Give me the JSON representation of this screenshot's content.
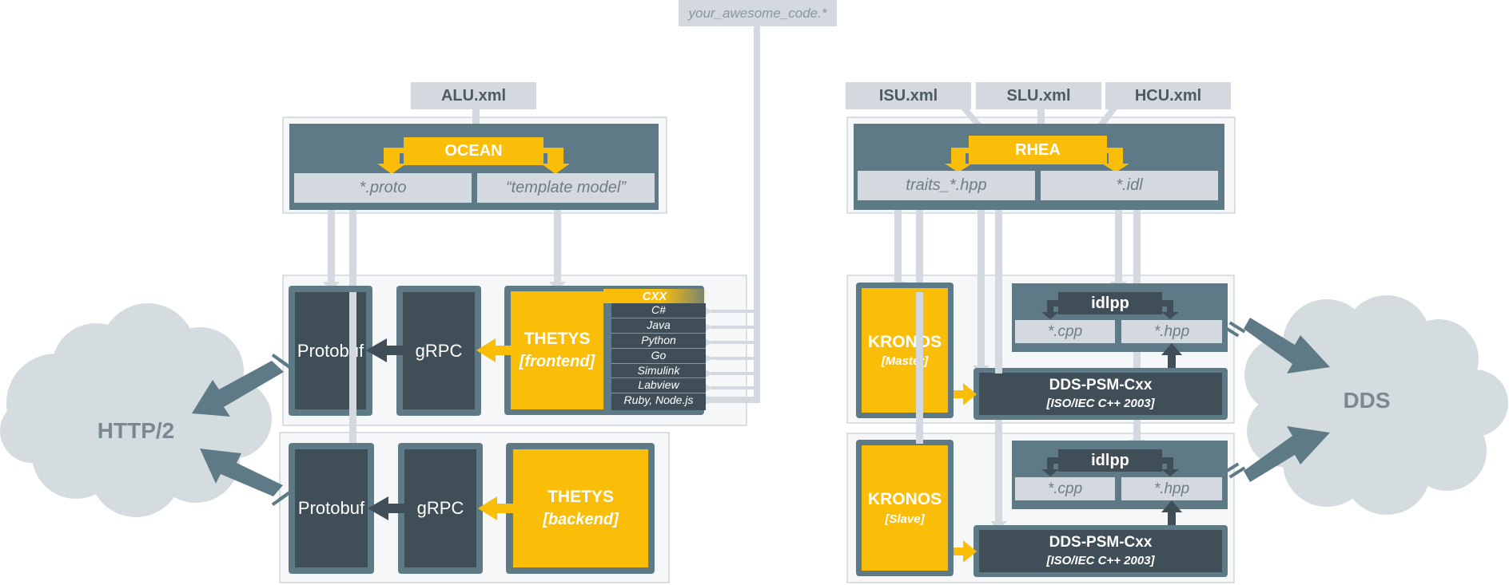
{
  "files": {
    "awesome_code": "your_awesome_code.*",
    "alu": "ALU.xml",
    "isu": "ISU.xml",
    "slu": "SLU.xml",
    "hcu": "HCU.xml"
  },
  "ocean": {
    "title": "OCEAN",
    "out_proto": "*.proto",
    "out_template": "“template model”"
  },
  "rhea": {
    "title": "RHEA",
    "out_traits": "traits_*.hpp",
    "out_idl": "*.idl"
  },
  "left_top": {
    "protobuf": "Protobuf",
    "grpc": "gRPC",
    "thetys_title": "THETYS",
    "thetys_sub": "[frontend]",
    "cxx": "CXX",
    "languages": [
      "C#",
      "Java",
      "Python",
      "Go",
      "Simulink",
      "Labview",
      "Ruby, Node.js"
    ]
  },
  "left_bottom": {
    "protobuf": "Protobuf",
    "grpc": "gRPC",
    "thetys_title": "THETYS",
    "thetys_sub": "[backend]"
  },
  "right_top": {
    "kronos_title": "KRONOS",
    "kronos_sub": "[Master]",
    "idlpp": "idlpp",
    "out_cpp": "*.cpp",
    "out_hpp": "*.hpp",
    "dds_title": "DDS-PSM-Cxx",
    "dds_sub": "[ISO/IEC C++ 2003]"
  },
  "right_bottom": {
    "kronos_title": "KRONOS",
    "kronos_sub": "[Slave]",
    "idlpp": "idlpp",
    "out_cpp": "*.cpp",
    "out_hpp": "*.hpp",
    "dds_title": "DDS-PSM-Cxx",
    "dds_sub": "[ISO/IEC C++ 2003]"
  },
  "clouds": {
    "http": "HTTP/2",
    "dds": "DDS"
  },
  "colors": {
    "slate": "#5e7a87",
    "dark": "#3f4e57",
    "yellow": "#fbbe08",
    "light": "#d3d9de",
    "cloud": "#d5dcdf"
  }
}
